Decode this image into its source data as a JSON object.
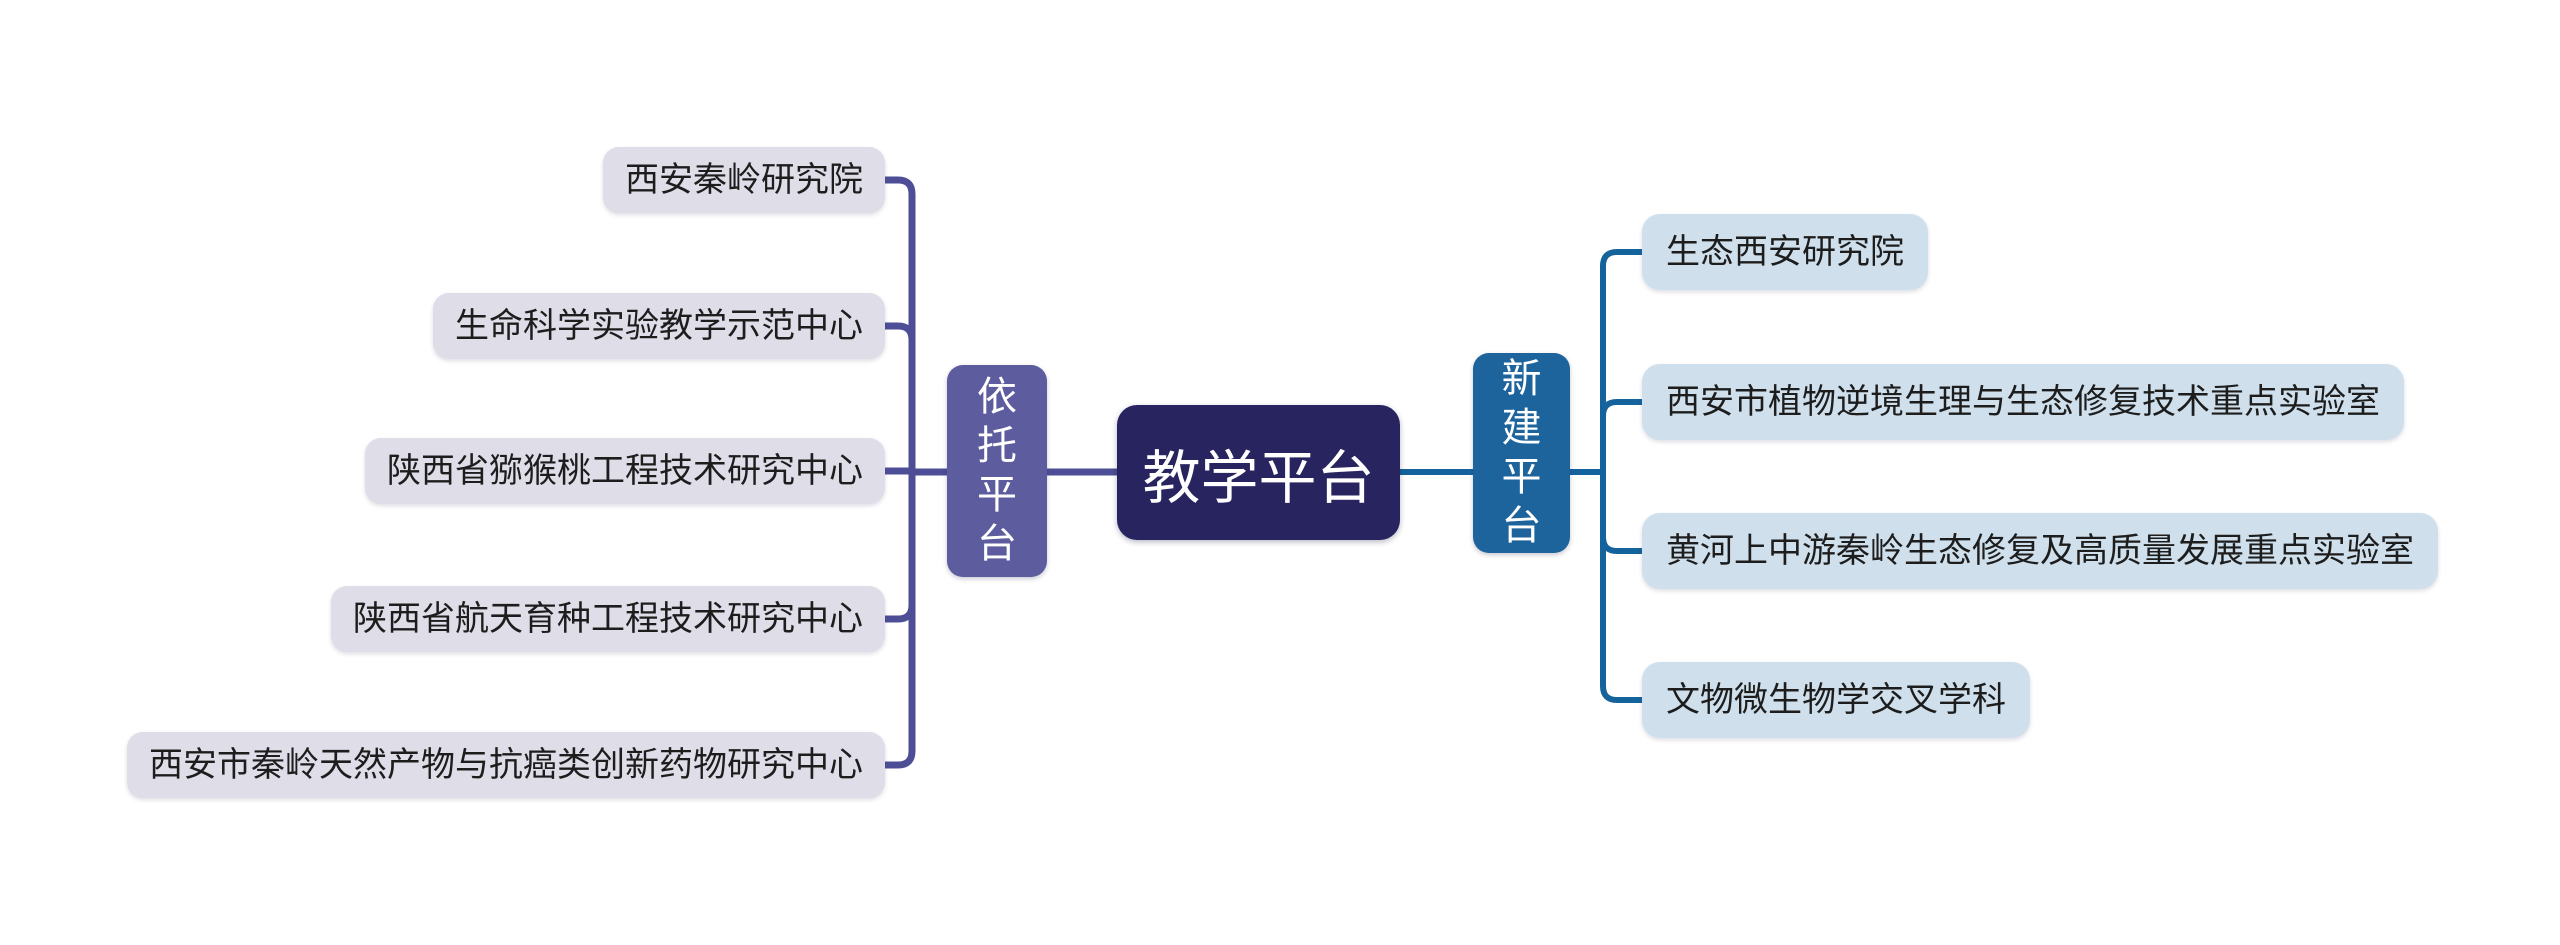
{
  "diagram": {
    "type": "mindmap",
    "root": {
      "label": "教学平台"
    },
    "branches": [
      {
        "label": "依托平台",
        "side": "left",
        "items": [
          "西安秦岭研究院",
          "生命科学实验教学示范中心",
          "陕西省猕猴桃工程技术研究中心",
          "陕西省航天育种工程技术研究中心",
          "西安市秦岭天然产物与抗癌类创新药物研究中心"
        ]
      },
      {
        "label": "新建平台",
        "side": "right",
        "items": [
          "生态西安研究院",
          "西安市植物逆境生理与生态修复技术重点实验室",
          "黄河上中游秦岭生态修复及高质量发展重点实验室",
          "文物微生物学交叉学科"
        ]
      }
    ]
  },
  "colors": {
    "root_bg": "#282460",
    "left_node_bg": "#5c5c9e",
    "left_line": "#4e4e97",
    "left_item_bg": "#dedde8",
    "right_node_bg": "#1d639c",
    "right_line": "#15639d",
    "right_item_bg": "#cfe0ec",
    "item_text": "#1d1d1d",
    "node_text": "#ffffff"
  }
}
